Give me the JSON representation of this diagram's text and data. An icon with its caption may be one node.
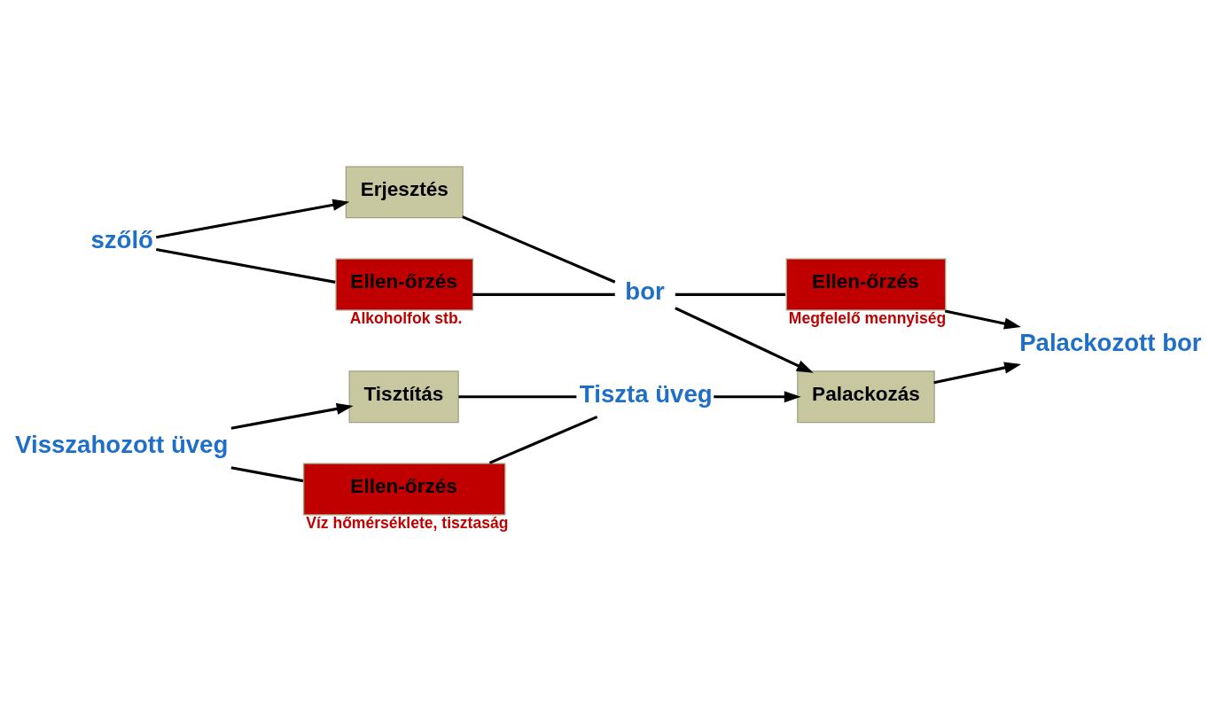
{
  "diagram": {
    "nodes": [
      {
        "text": [
          "szőlő"
        ]
      },
      {
        "text": [
          "Erjesztés"
        ]
      },
      {
        "text": [
          "Ellen-őrzés"
        ],
        "beside": [
          "Alkoholfok stb."
        ]
      },
      {
        "text": [
          "bor"
        ]
      },
      {
        "text": [
          "Ellen-őrzés"
        ],
        "beside": [
          "Megfelelő mennyiség"
        ]
      },
      {
        "text": [
          "Palackozás"
        ]
      },
      {
        "text": [
          "Visszahozott üveg"
        ]
      },
      {
        "text": [
          "Tisztítás"
        ]
      },
      {
        "text": [
          "Ellen-őrzés"
        ],
        "beside": [
          "Víz hőmérséklete, tisztaság"
        ]
      },
      {
        "text": [
          "Tiszta üveg"
        ]
      },
      {
        "text": [
          "Palackozott bor"
        ]
      }
    ],
    "edges": [
      {
        "from": 0,
        "to": 1,
        "arrow": "to"
      },
      {
        "from": 0,
        "to": 2,
        "arrow": "none"
      },
      {
        "from": 1,
        "to": 3,
        "arrow": "none"
      },
      {
        "from": 2,
        "to": 3,
        "arrow": "none"
      },
      {
        "from": 3,
        "to": 5,
        "arrow": "to"
      },
      {
        "from": 3,
        "to": 4,
        "arrow": "none"
      },
      {
        "from": 4,
        "to": 10,
        "arrow": "to"
      },
      {
        "from": 5,
        "to": 10,
        "arrow": "to"
      },
      {
        "from": 6,
        "to": 7,
        "arrow": "to"
      },
      {
        "from": 6,
        "to": 8,
        "arrow": "none"
      },
      {
        "from": 7,
        "to": 9,
        "arrow": "none"
      },
      {
        "from": 8,
        "to": 9,
        "arrow": "none"
      },
      {
        "from": 9,
        "to": 5,
        "arrow": "to"
      }
    ]
  }
}
